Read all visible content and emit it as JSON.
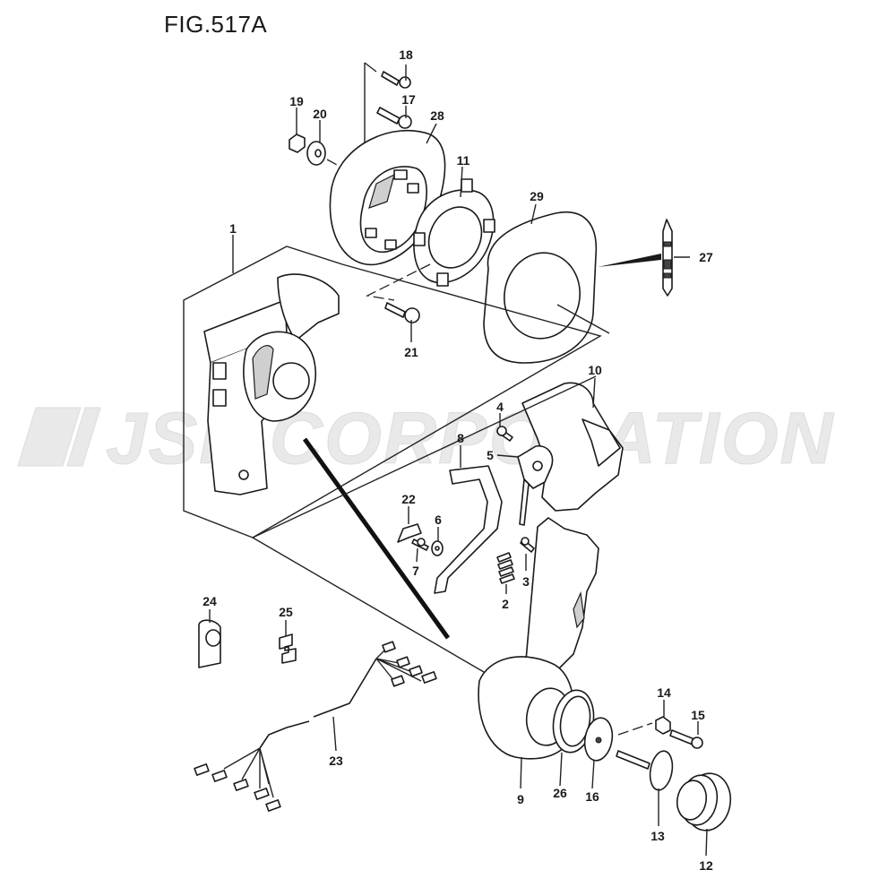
{
  "figure": {
    "title": "FIG.517A"
  },
  "watermark": {
    "text": "JSP CORPORATION"
  },
  "callouts": [
    "18",
    "17",
    "19",
    "20",
    "28",
    "11",
    "29",
    "27",
    "1",
    "21",
    "10",
    "4",
    "5",
    "8",
    "22",
    "6",
    "7",
    "3",
    "2",
    "24",
    "25",
    "23",
    "14",
    "15",
    "9",
    "26",
    "16",
    "13",
    "12"
  ],
  "colors": {
    "line": "#1a1a1a",
    "shade": "#cfcfcf",
    "watermark": "#e6e6e6",
    "background": "#ffffff"
  }
}
